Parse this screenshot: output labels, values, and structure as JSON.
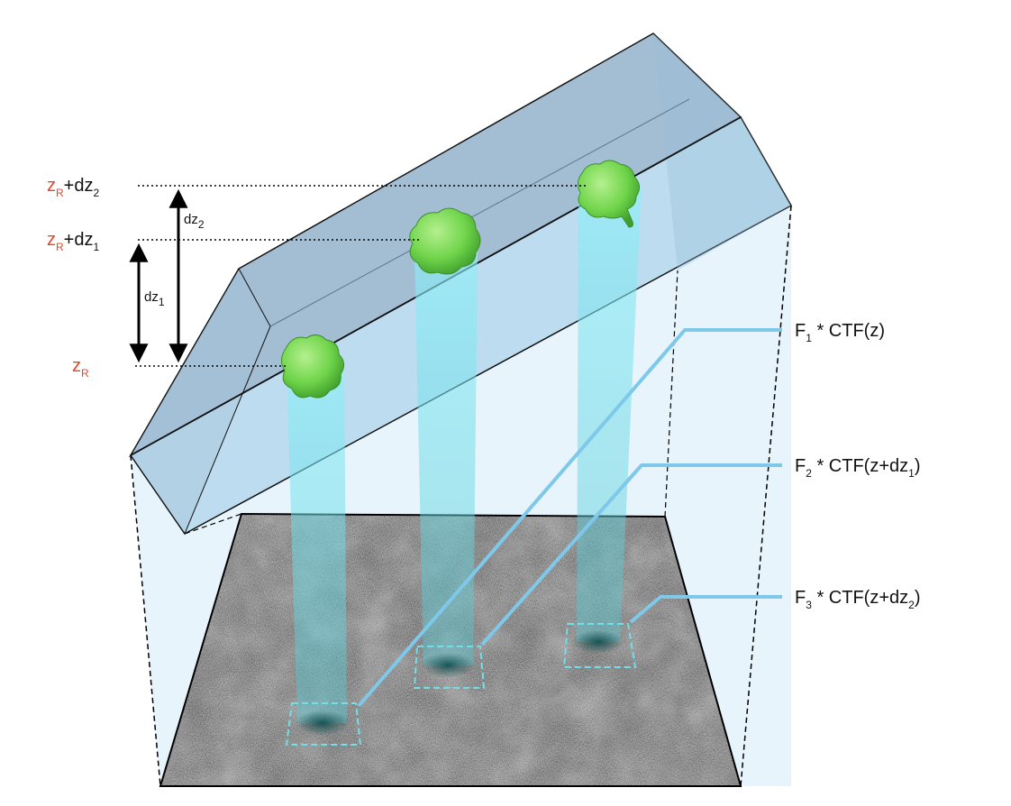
{
  "labels": {
    "z_symbol": "z",
    "r_subscript": "R",
    "plus_dz": "+dz",
    "dz": "dz",
    "sub_1": "1",
    "sub_2": "2",
    "sub_3": "3",
    "f_symbol": "F",
    "ctf_1": " * CTF(z)",
    "ctf_2a": " * CTF(z+dz",
    "ctf_close": ")",
    "ctf_3a": " * CTF(z+dz"
  },
  "colors": {
    "reference_label": "#e04a2a",
    "particle": "#7ed957",
    "beam": "#7fe9f5",
    "slab": "#8fb3cf",
    "leader_line": "#7ec8ea",
    "box_outline": "#6fe0ea"
  },
  "icons": {
    "particles": "protein-blob-icon",
    "arrows": "double-headed-arrow-icon"
  }
}
